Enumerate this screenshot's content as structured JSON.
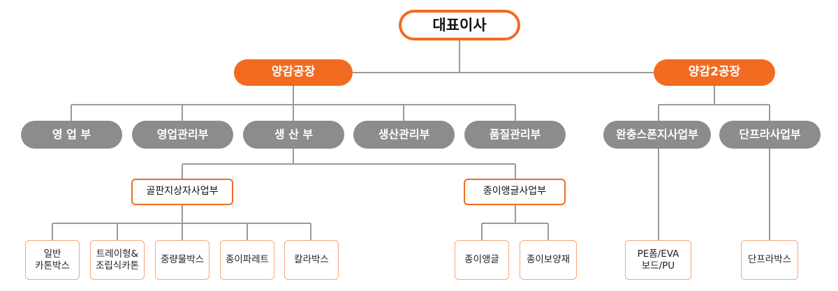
{
  "ceo": {
    "label": "대표이사"
  },
  "plants": [
    {
      "label": "양감공장"
    },
    {
      "label": "양감2공장"
    }
  ],
  "departments": [
    {
      "label": "영 업 부"
    },
    {
      "label": "영업관리부"
    },
    {
      "label": "생 산 부"
    },
    {
      "label": "생산관리부"
    },
    {
      "label": "품질관리부"
    },
    {
      "label": "완충스폰지사업부"
    },
    {
      "label": "단프라사업부"
    }
  ],
  "divisions": [
    {
      "label": "골판지상자사업부"
    },
    {
      "label": "종이앵글사업부"
    }
  ],
  "products": [
    {
      "label": "일반\n카톤박스"
    },
    {
      "label": "트레이형&\n조립식카톤"
    },
    {
      "label": "중량물박스"
    },
    {
      "label": "종이파레트"
    },
    {
      "label": "칼라박스"
    },
    {
      "label": "종이앵글"
    },
    {
      "label": "종이보양재"
    },
    {
      "label": "PE폼/EVA\n보드/PU"
    },
    {
      "label": "단프라박스"
    }
  ],
  "colors": {
    "accent": "#f26b21",
    "dept_gray": "#8c8c8c",
    "line_gray": "#9a9a9a",
    "product_border": "#f4a679"
  }
}
